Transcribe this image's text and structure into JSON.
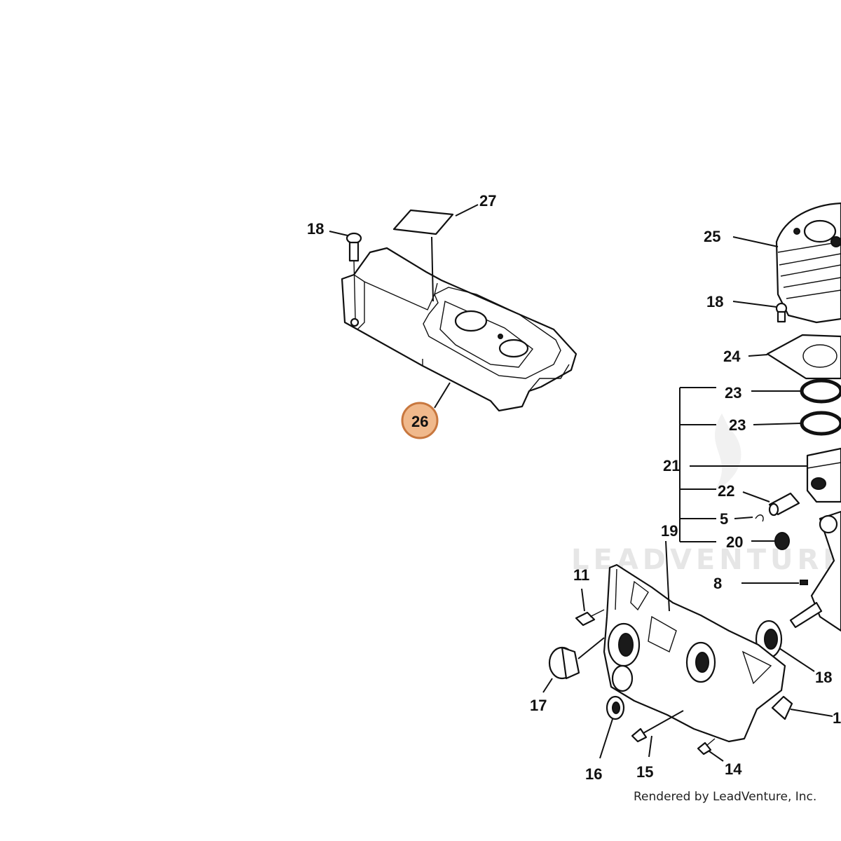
{
  "diagram": {
    "labels": [
      {
        "id": "27",
        "text": "27"
      },
      {
        "id": "18a",
        "text": "18"
      },
      {
        "id": "25",
        "text": "25"
      },
      {
        "id": "18b",
        "text": "18"
      },
      {
        "id": "24",
        "text": "24"
      },
      {
        "id": "23a",
        "text": "23"
      },
      {
        "id": "23b",
        "text": "23"
      },
      {
        "id": "21",
        "text": "21"
      },
      {
        "id": "22",
        "text": "22"
      },
      {
        "id": "5",
        "text": "5"
      },
      {
        "id": "20",
        "text": "20"
      },
      {
        "id": "8",
        "text": "8"
      },
      {
        "id": "18c",
        "text": "18"
      },
      {
        "id": "19",
        "text": "19"
      },
      {
        "id": "11",
        "text": "11"
      },
      {
        "id": "17",
        "text": "17"
      },
      {
        "id": "16",
        "text": "16"
      },
      {
        "id": "15",
        "text": "15"
      },
      {
        "id": "14",
        "text": "14"
      },
      {
        "id": "1x",
        "text": "1"
      }
    ],
    "highlighted": {
      "text": "26",
      "color": "#f0b98c",
      "border": "#c8773e"
    },
    "watermark": "LEADVENTURE",
    "footer": "Rendered by LeadVenture, Inc."
  }
}
